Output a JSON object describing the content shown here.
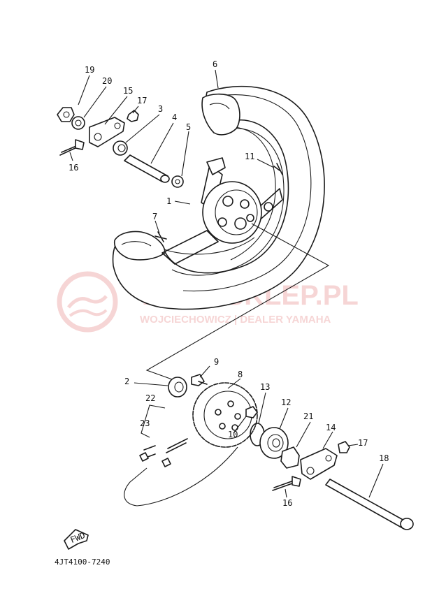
{
  "labels": {
    "p1": "1",
    "p2": "2",
    "p3": "3",
    "p4": "4",
    "p5": "5",
    "p6": "6",
    "p7": "7",
    "p8": "8",
    "p9": "9",
    "p10": "10",
    "p11": "11",
    "p12": "12",
    "p13": "13",
    "p14": "14",
    "p15": "15",
    "p16a": "16",
    "p16b": "16",
    "p17a": "17",
    "p17b": "17",
    "p18": "18",
    "p19": "19",
    "p20": "20",
    "p21": "21",
    "p22": "22",
    "p23": "23"
  },
  "watermark": {
    "brand": "YAMA-SKLEP.PL",
    "subtitle": "WOJCIECHOWICZ | DEALER YAMAHA",
    "color": "#e06a6a"
  },
  "fwd_label": "FWD",
  "diagram_code": "4JT4100-7240"
}
